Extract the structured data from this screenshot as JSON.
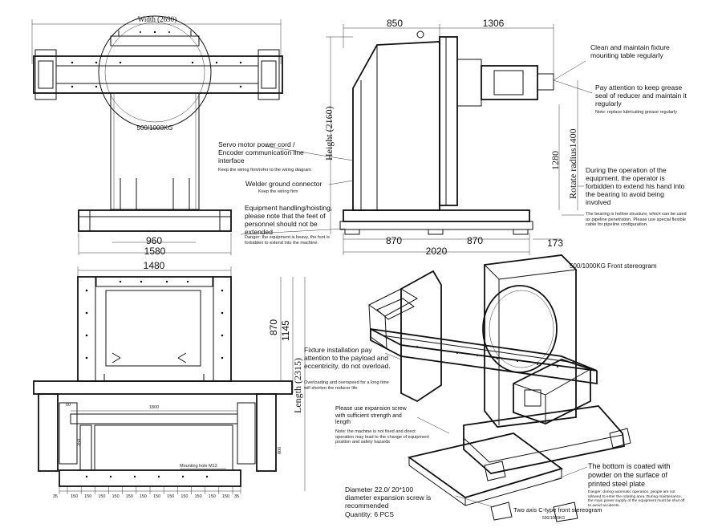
{
  "front": {
    "width_label": "Width (2690)",
    "capacity": "500/1000KG",
    "dim_960": "960",
    "dim_1580": "1580"
  },
  "side": {
    "dim_850": "850",
    "dim_1306": "1306",
    "height_label": "Height (2160)",
    "rotate_label": "Rotate radius1400",
    "dim_1280": "1280",
    "dim_870a": "870",
    "dim_870b": "870",
    "dim_2020": "2020",
    "dim_173": "173"
  },
  "top": {
    "dim_1480": "1480",
    "dim_870": "870",
    "dim_1145": "1145",
    "length_label": "Length (2315)",
    "dim_1800": "1800",
    "dim_60": "60",
    "dim_350": "350",
    "dim_800": "800",
    "mounting_hole": "Mounting hole M12",
    "bottom_dims": [
      "35",
      "150",
      "150",
      "150",
      "150",
      "150",
      "150",
      "150",
      "150",
      "150",
      "150",
      "150",
      "150",
      "35"
    ]
  },
  "notes": {
    "clean_maintain": "Clean and maintain fixture mounting table regularly",
    "grease_main": "Pay attention to keep grease seal of reducer and maintain it regularly",
    "grease_sub": "Note: replace lubricating grease regularly",
    "servo_main": "Servo motor power cord / Encoder communication line interface",
    "servo_sub": "Keep the wiring firm/refer to the wiring diagram",
    "welder_main": "Welder ground connector",
    "welder_sub": "Keep the wiring firm",
    "handling_main": "Equipment handling/hoisting, please note that the feet of personnel should not be extended",
    "handling_sub": "Danger: the equipment is heavy, the foot is forbidden to extend into the machine.",
    "operation_main": "During the operation of the equipment, the operator is forbidden to extend his hand into the bearing to avoid being involved",
    "bearing_sub": "The bearing is hollow structure, which can be used as pipeline penetration. Please use special flexible cable for pipeline configuration.",
    "stereo_title": "500/1000KG Front stereogram",
    "fixture_main": "Fixture installation pay attention to the payload and eccentricity, do not overload.",
    "fixture_sub": "Overloading and overspeed for a long time will shorten the reducer life",
    "expansion_main": "Please use expansion screw with sufficient strength and length",
    "expansion_sub": "Note: the machine is not fixed and direct operation may lead to the change of equipment position and safety hazards",
    "diameter_main": "Diameter 22.0/ 20*100 diameter expansion screw is recommended",
    "quantity": "Quantity: 6 PCS",
    "bottom_main": "The bottom is coated with powder on the surface of printed steel plate",
    "bottom_sub": "Danger: during automatic operation, people are not allowed to enter the rotating area. During maintenance, the main power supply of the equipment must be shut off to avoid accidents.",
    "two_axis": "Two axis C-type front stereogram",
    "two_axis_sub": "500/1000KG"
  }
}
